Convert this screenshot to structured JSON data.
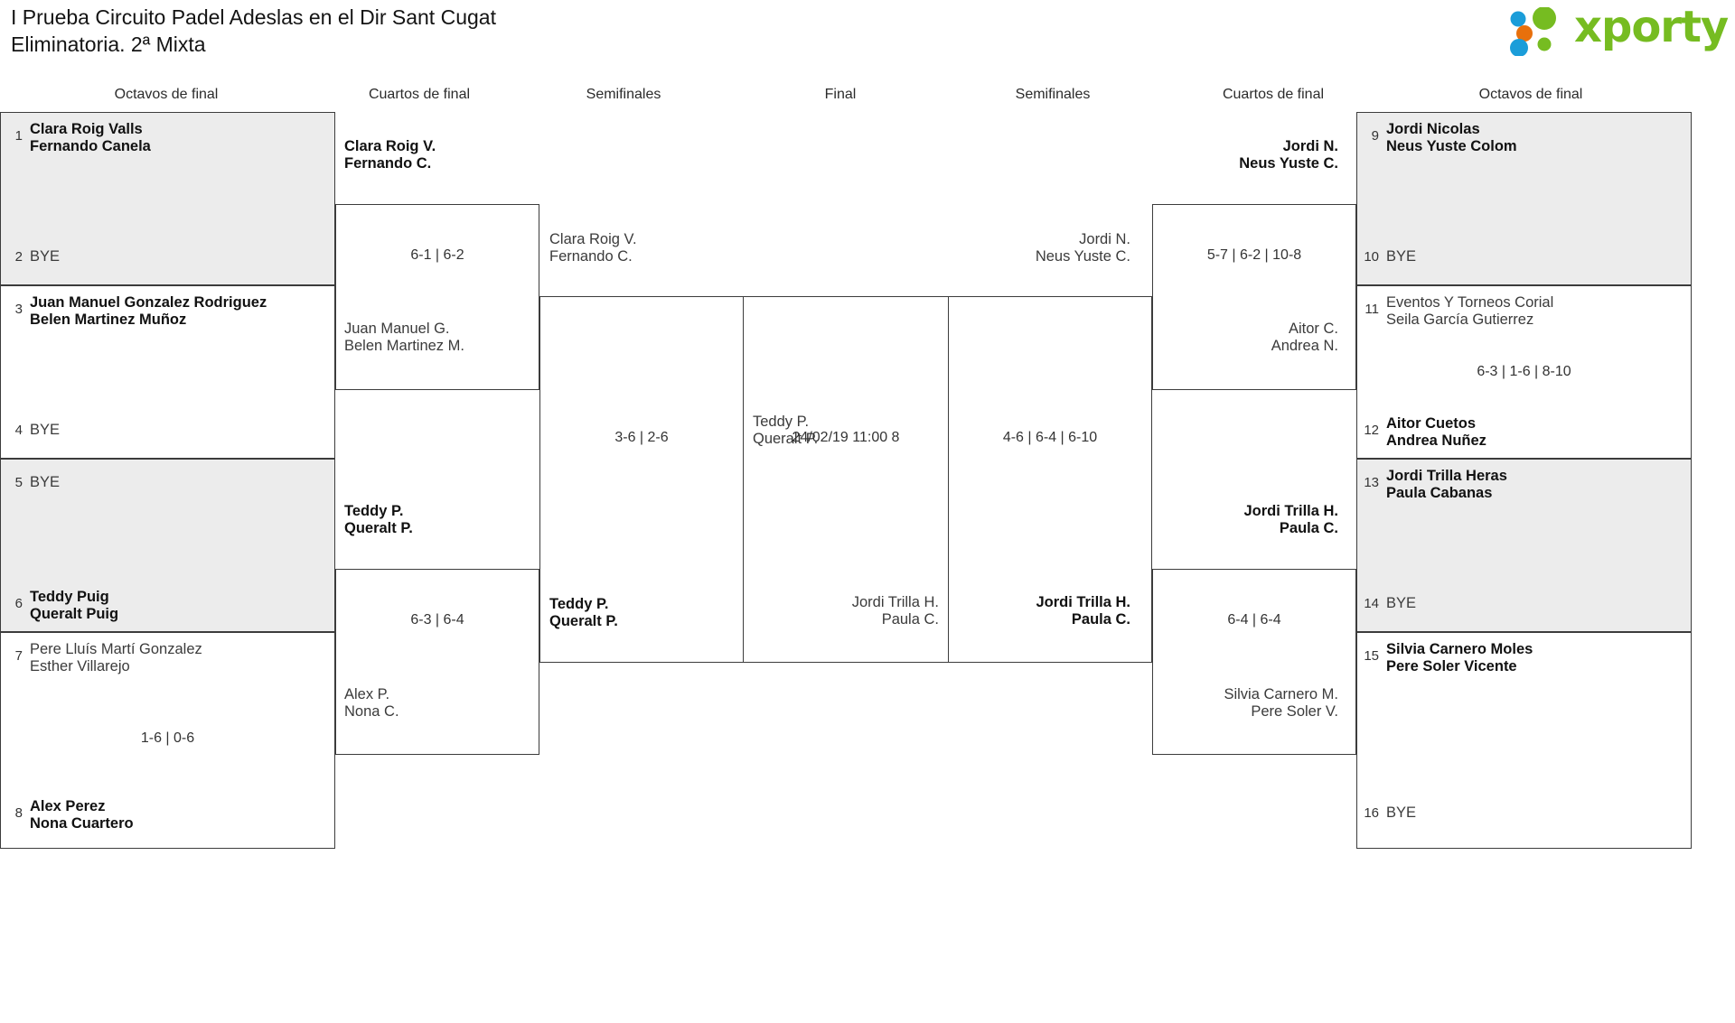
{
  "header": {
    "title": "I Prueba Circuito Padel Adeslas en el Dir Sant Cugat\nEliminatoria. 2ª Mixta",
    "logo_text": "xporty"
  },
  "colors": {
    "logo_green": "#76bc21",
    "logo_blue": "#1b9dd9",
    "logo_orange": "#e8700c",
    "shaded_row": "#ececec",
    "border": "#3c3c3c"
  },
  "round_headers": [
    {
      "label": "Octavos de final",
      "side": "left"
    },
    {
      "label": "Cuartos de final",
      "side": "left"
    },
    {
      "label": "Semifinales",
      "side": "left"
    },
    {
      "label": "Final",
      "side": "center"
    },
    {
      "label": "Semifinales",
      "side": "right"
    },
    {
      "label": "Cuartos de final",
      "side": "right"
    },
    {
      "label": "Octavos de final",
      "side": "right"
    }
  ],
  "left": {
    "round1": [
      {
        "top": {
          "seed": "1",
          "names": "Clara Roig Valls\nFernando Canela",
          "result": "win"
        },
        "bottom": {
          "seed": "2",
          "names": "BYE",
          "result": "bye"
        },
        "score": "",
        "shaded": true
      },
      {
        "top": {
          "seed": "3",
          "names": "Juan Manuel Gonzalez Rodriguez\nBelen Martinez Muñoz",
          "result": "win"
        },
        "bottom": {
          "seed": "4",
          "names": "BYE",
          "result": "bye"
        },
        "score": "",
        "shaded": false
      },
      {
        "top": {
          "seed": "5",
          "names": "BYE",
          "result": "bye"
        },
        "bottom": {
          "seed": "6",
          "names": "Teddy Puig\nQueralt Puig",
          "result": "win"
        },
        "score": "",
        "shaded": true
      },
      {
        "top": {
          "seed": "7",
          "names": "Pere Lluís Martí Gonzalez\nEsther Villarejo",
          "result": "lose"
        },
        "bottom": {
          "seed": "8",
          "names": "Alex Perez\nNona Cuartero",
          "result": "win"
        },
        "score": "1-6 | 0-6",
        "shaded": false
      }
    ],
    "quarters": [
      {
        "top": {
          "names": "Clara Roig V.\nFernando C.",
          "result": "win"
        },
        "bottom": {
          "names": "Juan Manuel G.\nBelen Martinez M.",
          "result": "lose"
        },
        "score": "6-1 | 6-2"
      },
      {
        "top": {
          "names": "Teddy P.\nQueralt P.",
          "result": "win"
        },
        "bottom": {
          "names": "Alex P.\nNona C.",
          "result": "lose"
        },
        "score": "6-3 | 6-4"
      }
    ],
    "semis": [
      {
        "top": {
          "names": "Clara Roig V.\nFernando C.",
          "result": "lose"
        },
        "bottom": {
          "names": "Teddy P.\nQueralt P.",
          "result": "win"
        },
        "score": "3-6 | 2-6"
      }
    ]
  },
  "final": {
    "top": {
      "names": "Teddy P.\nQueralt P.",
      "result": "lose"
    },
    "bottom": {
      "names": "Jordi Trilla H.\nPaula C.",
      "result": "lose"
    },
    "score": "24/02/19 11:00 8"
  },
  "right": {
    "semis": [
      {
        "top": {
          "names": "Jordi N.\nNeus Yuste C.",
          "result": "lose"
        },
        "bottom": {
          "names": "Jordi Trilla H.\nPaula C.",
          "result": "win"
        },
        "score": "4-6 | 6-4 | 6-10"
      }
    ],
    "quarters": [
      {
        "top": {
          "names": "Jordi N.\nNeus Yuste C.",
          "result": "win"
        },
        "bottom": {
          "names": "Aitor C.\nAndrea N.",
          "result": "lose"
        },
        "score": "5-7 | 6-2 | 10-8"
      },
      {
        "top": {
          "names": "Jordi Trilla H.\nPaula C.",
          "result": "win"
        },
        "bottom": {
          "names": "Silvia Carnero M.\nPere Soler V.",
          "result": "lose"
        },
        "score": "6-4 | 6-4"
      }
    ],
    "round1": [
      {
        "top": {
          "seed": "9",
          "names": "Jordi Nicolas\nNeus Yuste Colom",
          "result": "win"
        },
        "bottom": {
          "seed": "10",
          "names": "BYE",
          "result": "bye"
        },
        "score": "",
        "shaded": true
      },
      {
        "top": {
          "seed": "11",
          "names": "Eventos Y Torneos Corial\nSeila García Gutierrez",
          "result": "lose"
        },
        "bottom": {
          "seed": "12",
          "names": "Aitor Cuetos\nAndrea Nuñez",
          "result": "win"
        },
        "score": "6-3 | 1-6 | 8-10",
        "shaded": false
      },
      {
        "top": {
          "seed": "13",
          "names": "Jordi Trilla Heras\nPaula Cabanas",
          "result": "win"
        },
        "bottom": {
          "seed": "14",
          "names": "BYE",
          "result": "bye"
        },
        "score": "",
        "shaded": true
      },
      {
        "top": {
          "seed": "15",
          "names": "Silvia Carnero Moles\nPere Soler Vicente",
          "result": "win"
        },
        "bottom": {
          "seed": "16",
          "names": "BYE",
          "result": "bye"
        },
        "score": "",
        "shaded": false
      }
    ]
  }
}
